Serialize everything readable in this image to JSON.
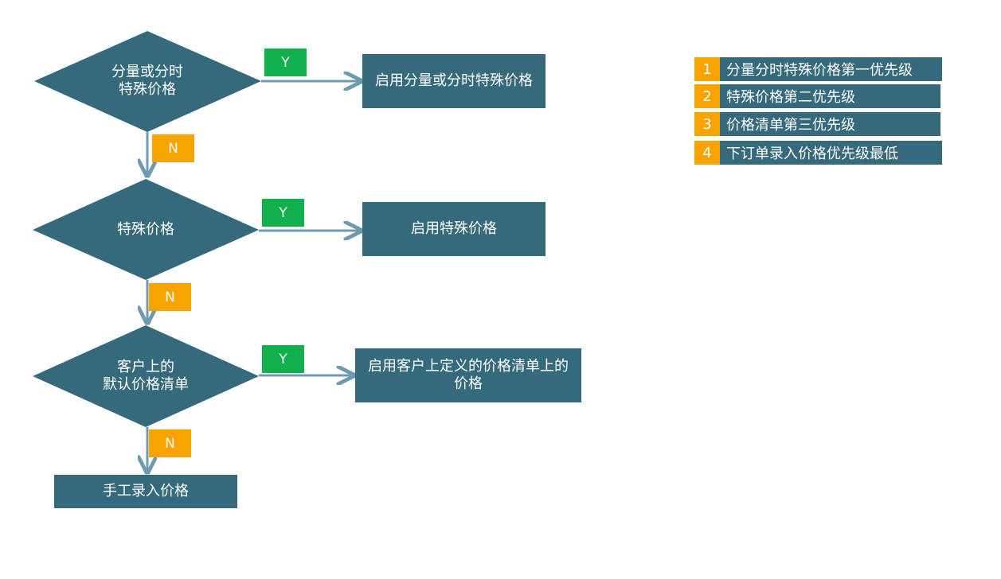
{
  "colors": {
    "node_fill": "#356a7c",
    "edge": "#6f9bb0",
    "yes_tag": "#12b04c",
    "no_tag": "#f7a400",
    "text": "#ffffff"
  },
  "decisions": [
    {
      "line1": "分量或分时",
      "line2": "特殊价格"
    },
    {
      "line1": "特殊价格",
      "line2": ""
    },
    {
      "line1": "客户上的",
      "line2": "默认价格清单"
    }
  ],
  "actions": [
    {
      "line1": "启用分量或分时特殊价格",
      "line2": ""
    },
    {
      "line1": "启用特殊价格",
      "line2": ""
    },
    {
      "line1": "启用客户上定义的价格清单上的",
      "line2": "价格"
    }
  ],
  "fallback": "手工录入价格",
  "yes_label": "Y",
  "no_label": "N",
  "legend": [
    {
      "num": "1",
      "text": "分量分时特殊价格第一优先级"
    },
    {
      "num": "2",
      "text": "特殊价格第二优先级"
    },
    {
      "num": "3",
      "text": "价格清单第三优先级"
    },
    {
      "num": "4",
      "text": "下订单录入价格优先级最低"
    }
  ]
}
